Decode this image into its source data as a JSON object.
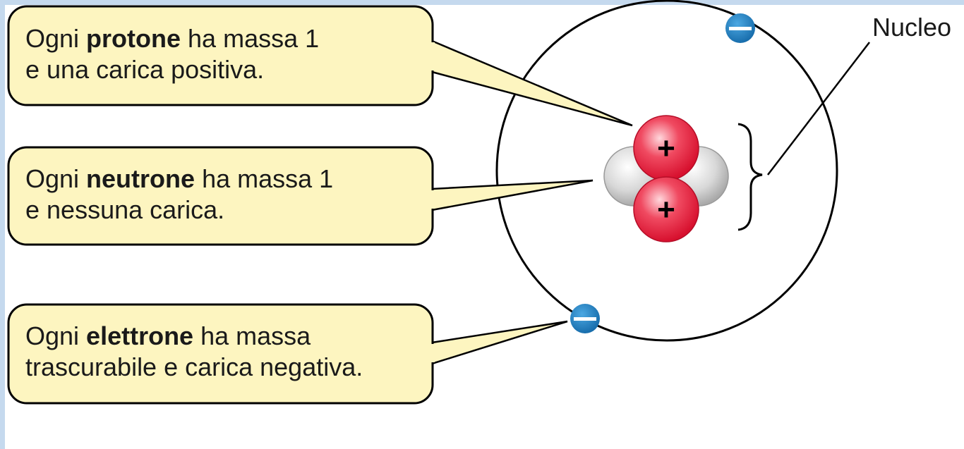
{
  "callouts": {
    "protone": {
      "pre": "Ogni ",
      "bold": "protone",
      "post": " ha massa 1",
      "line2": "e una carica positiva."
    },
    "neutrone": {
      "pre": "Ogni ",
      "bold": "neutrone",
      "post": " ha massa 1",
      "line2": "e nessuna carica."
    },
    "elettrone": {
      "pre": "Ogni ",
      "bold": "elettrone",
      "post": " ha massa",
      "line2": "trascurabile e carica negativa."
    }
  },
  "labels": {
    "nucleo": "Nucleo",
    "proton_sign": "+",
    "electron_sign": "−"
  },
  "colors": {
    "callout_fill": "#fdf5c0",
    "proton": "#e8233f",
    "neutron": "#c9c9c9",
    "electron": "#1b7fc1",
    "frame": "#c5d9ee"
  }
}
